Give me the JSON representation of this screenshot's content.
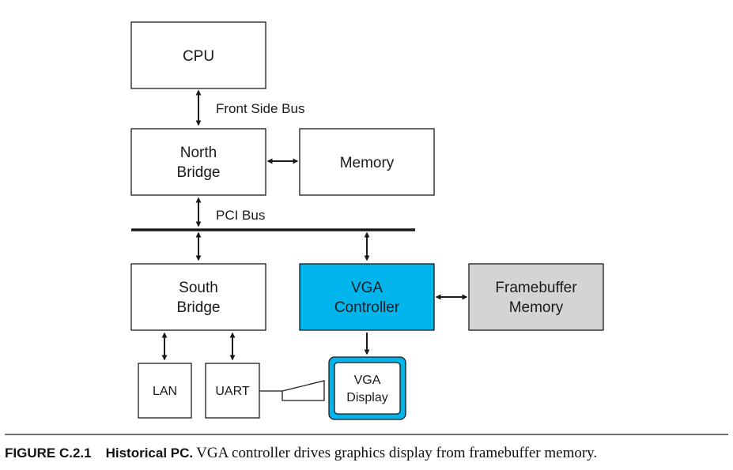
{
  "diagram": {
    "cpu": "CPU",
    "front_side_bus": "Front Side Bus",
    "north_bridge": [
      "North",
      "Bridge"
    ],
    "memory": "Memory",
    "pci_bus": "PCI Bus",
    "south_bridge": [
      "South",
      "Bridge"
    ],
    "vga_controller": [
      "VGA",
      "Controller"
    ],
    "framebuffer_memory": [
      "Framebuffer",
      "Memory"
    ],
    "lan": "LAN",
    "uart": "UART",
    "vga_display": [
      "VGA",
      "Display"
    ],
    "colors": {
      "vga_controller_fill": "#00b4ec",
      "framebuffer_fill": "#d4d4d4",
      "display_border": "#00b4ec",
      "line": "#1a1a1a"
    }
  },
  "caption": {
    "label": "FIGURE C.2.1",
    "title": "Historical PC.",
    "text": "VGA controller drives graphics display from framebuffer memory."
  }
}
